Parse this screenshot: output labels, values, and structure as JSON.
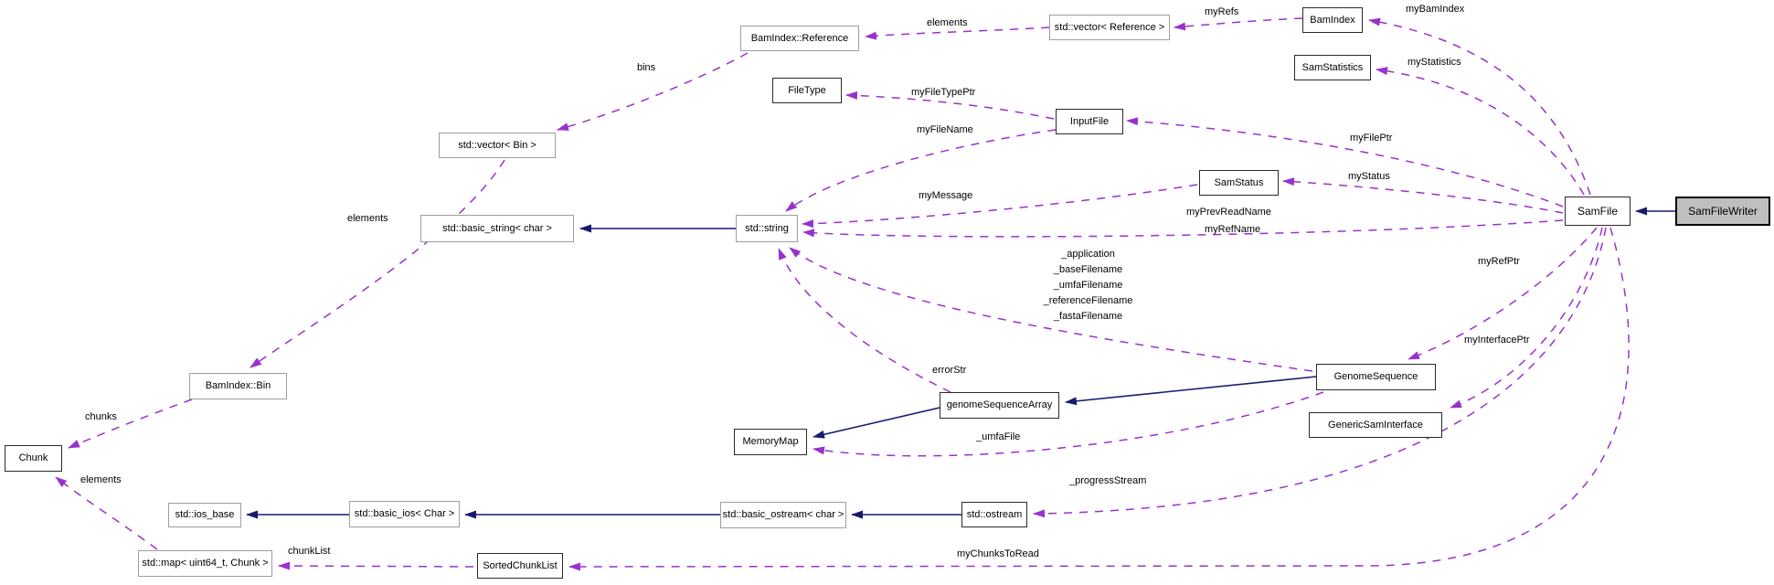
{
  "diagram": {
    "kind": "collaboration-graph",
    "highlighted_node": "SamFileWriter",
    "colors": {
      "usage_edge": "#9932CC",
      "inheritance_edge": "#191970",
      "highlight_fill": "#BFBFBF",
      "undocumented_border": "#9E9E9E",
      "documented_border": "#2A2A2A"
    }
  },
  "nodes": {
    "bamindex_reference": "BamIndex::Reference",
    "vector_reference": "std::vector< Reference >",
    "bamindex": "BamIndex",
    "samstatistics": "SamStatistics",
    "filetype": "FileType",
    "inputfile": "InputFile",
    "vector_bin": "std::vector< Bin >",
    "basic_string": "std::basic_string< char >",
    "string": "std::string",
    "samstatus": "SamStatus",
    "samfile": "SamFile",
    "samfilewriter": "SamFileWriter",
    "bamindex_bin": "BamIndex::Bin",
    "chunk": "Chunk",
    "genomesequence": "GenomeSequence",
    "genericsaminterface": "GenericSamInterface",
    "genomesequencearray": "genomeSequenceArray",
    "memorymap": "MemoryMap",
    "ios_base": "std::ios_base",
    "basic_ios": "std::basic_ios< Char >",
    "basic_ostream": "std::basic_ostream< char >",
    "ostream": "std::ostream",
    "map_chunk": "std::map< uint64_t, Chunk >",
    "sortedchunklist": "SortedChunkList"
  },
  "edge_labels": {
    "elements_top": "elements",
    "myRefs": "myRefs",
    "myBamIndex": "myBamIndex",
    "myStatistics": "myStatistics",
    "bins": "bins",
    "myFileTypePtr": "myFileTypePtr",
    "myFileName": "myFileName",
    "myFilePtr": "myFilePtr",
    "myStatus": "myStatus",
    "myMessage": "myMessage",
    "myPrevReadName": "myPrevReadName",
    "myRefName": "myRefName",
    "string_fields": [
      "_application",
      "_baseFilename",
      "_umfaFilename",
      "_referenceFilename",
      "_fastaFilename"
    ],
    "elements_mid": "elements",
    "myRefPtr": "myRefPtr",
    "myInterfacePtr": "myInterfacePtr",
    "errorStr": "errorStr",
    "chunks": "chunks",
    "elements_bottom": "elements",
    "umfaFile": "_umfaFile",
    "progressStream": "_progressStream",
    "chunkList": "chunkList",
    "myChunksToRead": "myChunksToRead"
  }
}
